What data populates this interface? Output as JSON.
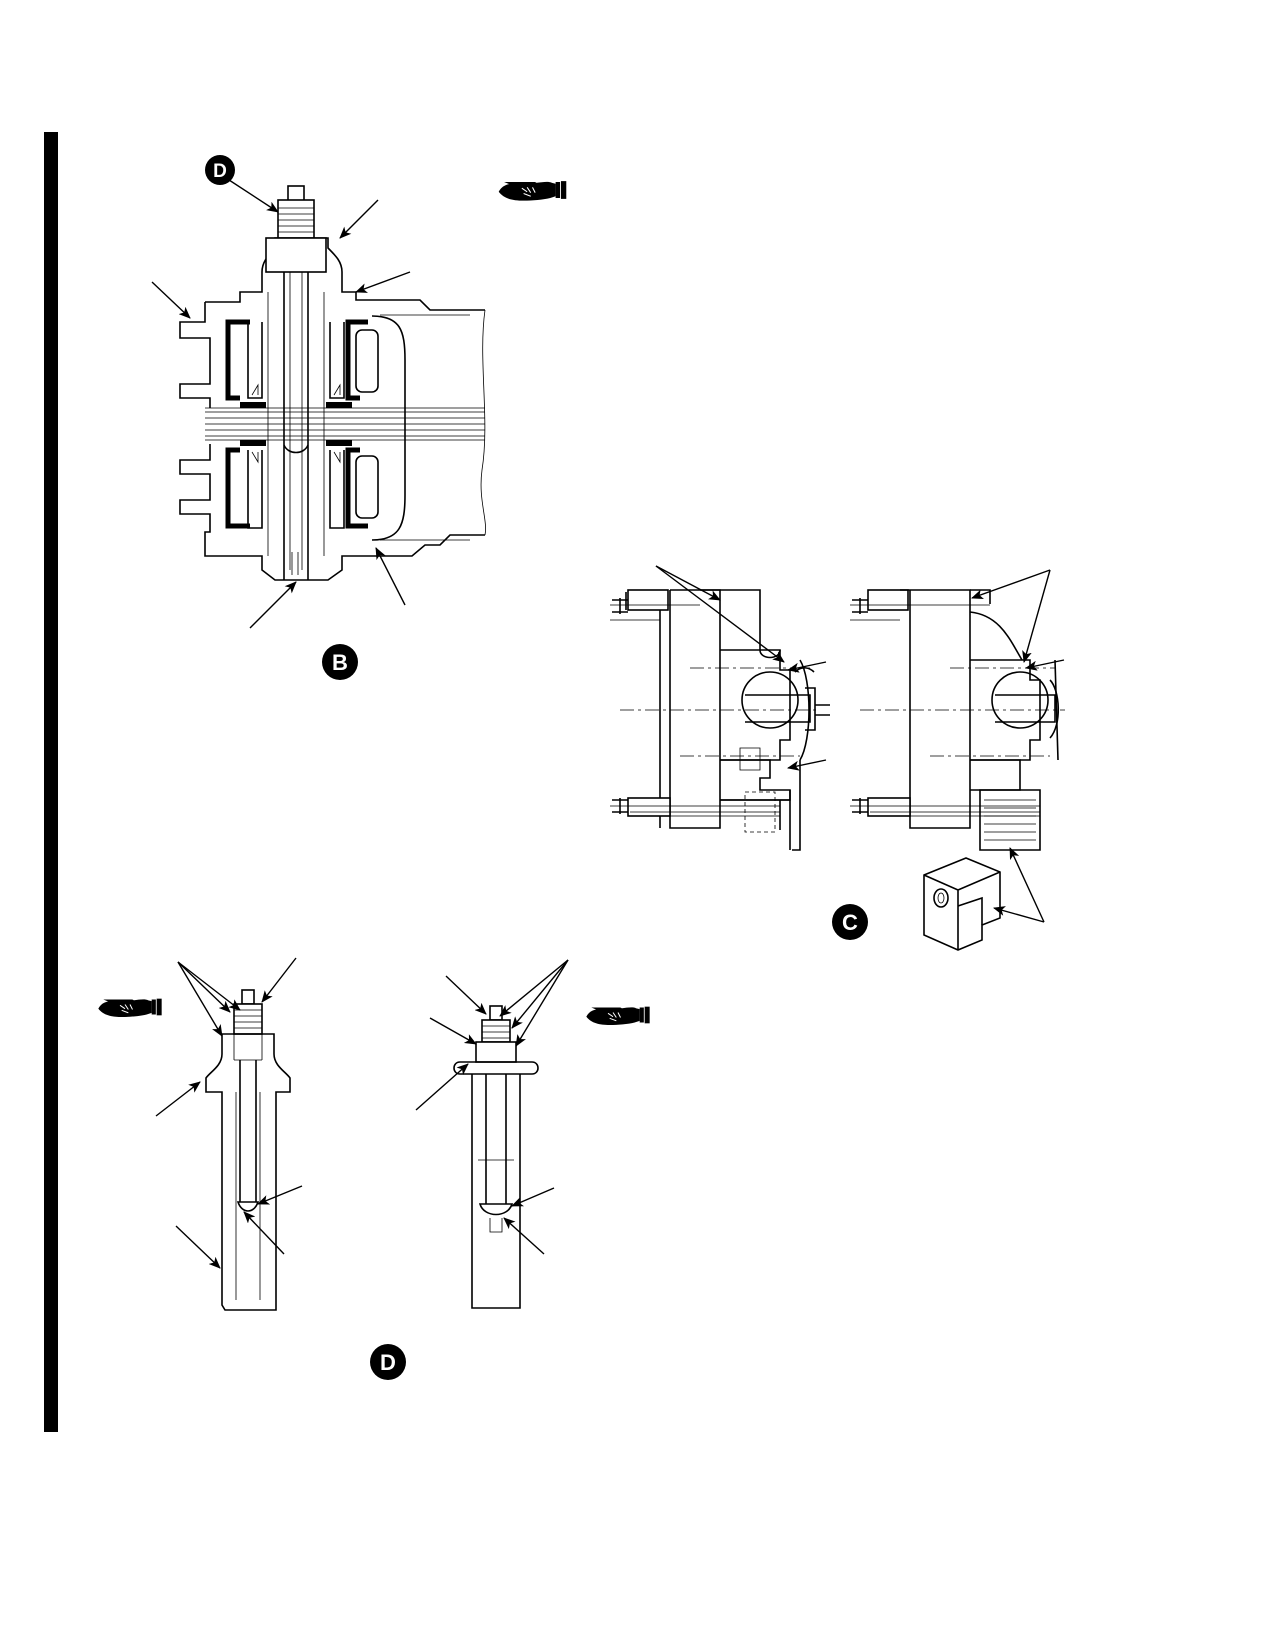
{
  "figures": [
    {
      "id": "fig-b",
      "badge": "B"
    },
    {
      "id": "fig-c",
      "badge": "C"
    },
    {
      "id": "fig-d",
      "badge": "D"
    }
  ],
  "callouts": {
    "detail_ref": "D"
  },
  "icons": [
    "pointing-hand-icon",
    "pointing-hand-icon",
    "pointing-hand-icon"
  ],
  "colors": {
    "ink": "#000000",
    "paper": "#ffffff"
  }
}
